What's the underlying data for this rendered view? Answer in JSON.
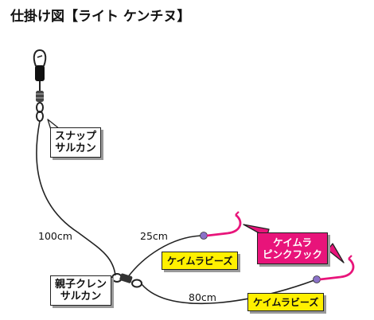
{
  "title": "仕掛け図【ライト ケンチヌ】",
  "labels": {
    "snap_swivel": [
      "スナップ",
      "サルカン"
    ],
    "parent_child_swivel": [
      "親子クレン",
      "サルカン"
    ],
    "pink_hook": [
      "ケイムラ",
      "ピンクフック"
    ],
    "bead_upper": "ケイムラビーズ",
    "bead_lower": "ケイムラビーズ"
  },
  "lengths": {
    "main": "100cm",
    "upper": "25cm",
    "lower": "80cm"
  },
  "colors": {
    "hook": "#e8147a",
    "bead": "#8a72c8",
    "bead_tag": "#fff000",
    "line": "#222222"
  }
}
